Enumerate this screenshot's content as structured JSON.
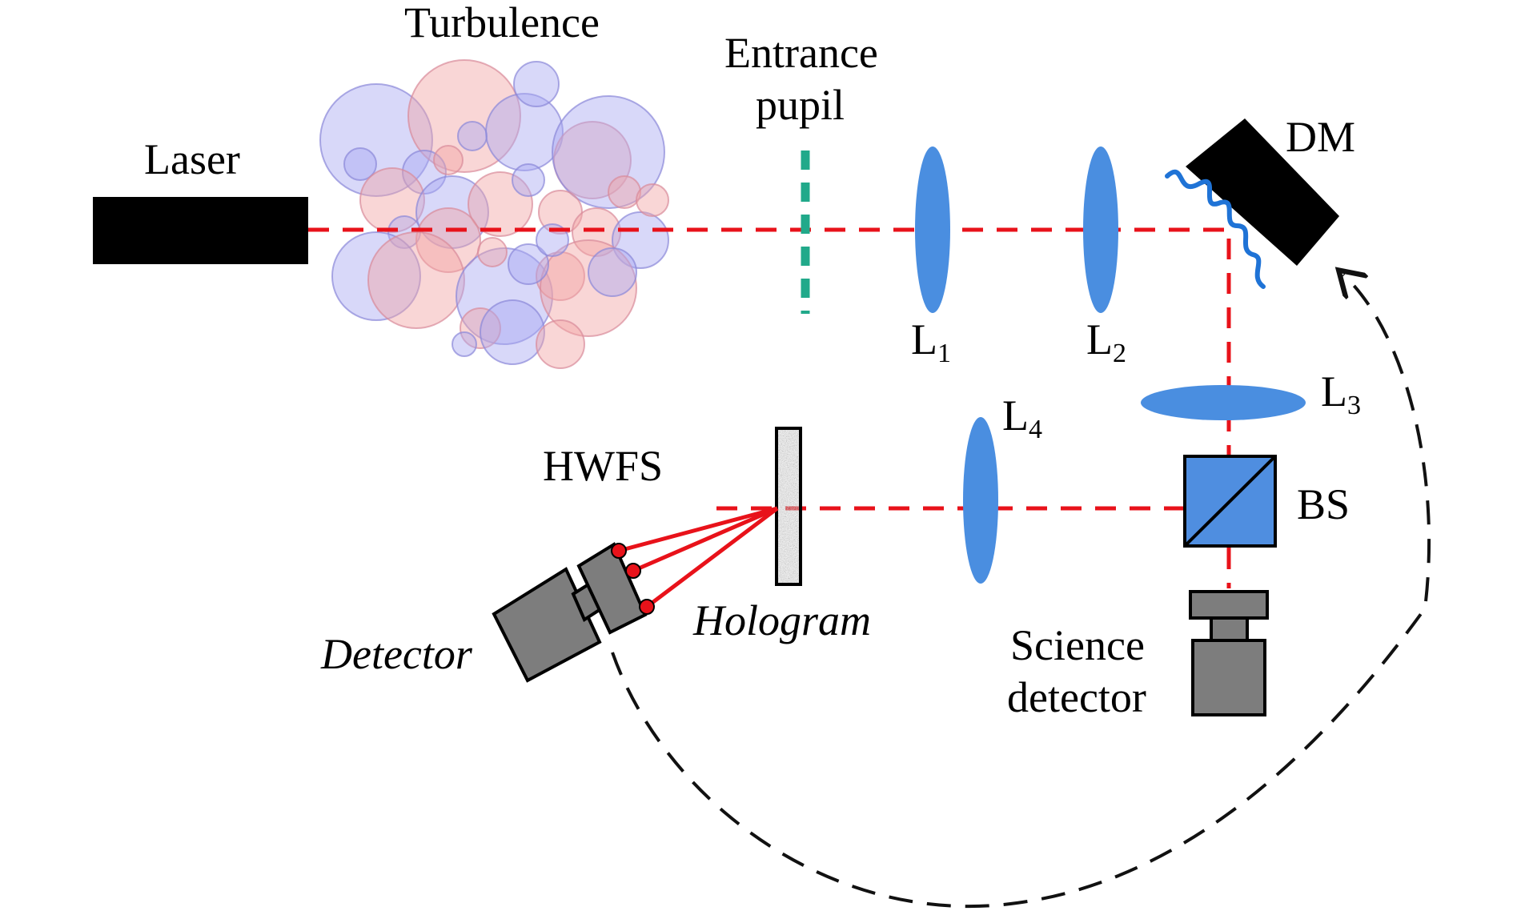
{
  "labels": {
    "laser": "Laser",
    "turbulence": "Turbulence",
    "entrance_line1": "Entrance",
    "entrance_line2": "pupil",
    "dm": "DM",
    "l1_main": "L",
    "l1_sub": "1",
    "l2_main": "L",
    "l2_sub": "2",
    "l3_main": "L",
    "l3_sub": "3",
    "l4_main": "L",
    "l4_sub": "4",
    "hwfs": "HWFS",
    "bs": "BS",
    "hologram": "Hologram",
    "detector": "Detector",
    "science_line1": "Science",
    "science_line2": "detector"
  },
  "colors": {
    "beam": "#e8121a",
    "lens": "#4a8ee0",
    "pupil": "#21a98a",
    "bs_fill": "#4f8ee0",
    "camera_gray": "#7d7d7d",
    "feedback": "#111111",
    "dm_wave": "#1f73d6",
    "turb_red": "#f2a5a5",
    "turb_blue": "#a9a9f2"
  },
  "icons": {
    "laser": "laser-source-icon",
    "dm": "deformable-mirror-icon",
    "hologram": "hologram-plate-icon",
    "detector": "camera-icon",
    "science_detector": "camera-icon"
  }
}
